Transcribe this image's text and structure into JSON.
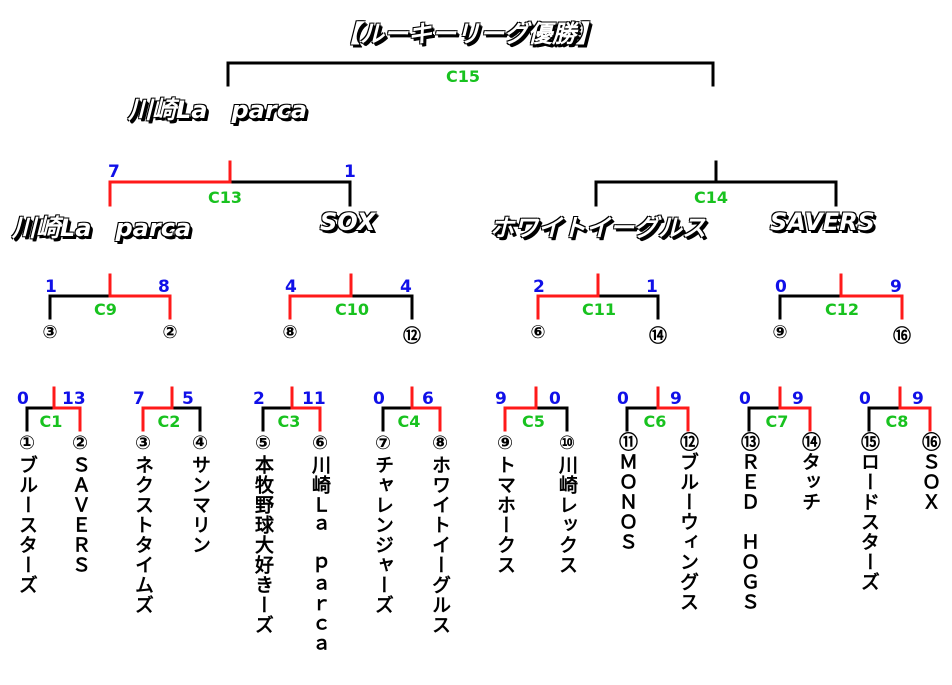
{
  "title": "【ルーキーリーグ優勝】",
  "champion": "川崎La　parca",
  "final": {
    "label": "C15"
  },
  "semis": [
    {
      "label": "C13",
      "score_left": "7",
      "score_right": "1",
      "winner": "left",
      "team_left": "川崎La　parca",
      "team_right": "SOX"
    },
    {
      "label": "C14",
      "score_left": "",
      "score_right": "",
      "winner": "",
      "team_left": "ホワイトイーグルス",
      "team_right": "SAVERS"
    }
  ],
  "quarters": [
    {
      "label": "C9",
      "score_left": "1",
      "score_right": "8",
      "winner": "right",
      "seed_left": "③",
      "seed_right": "②"
    },
    {
      "label": "C10",
      "score_left": "4",
      "score_right": "4",
      "winner": "left",
      "seed_left": "⑧",
      "seed_right": "⑫"
    },
    {
      "label": "C11",
      "score_left": "2",
      "score_right": "1",
      "winner": "left",
      "seed_left": "⑥",
      "seed_right": "⑭"
    },
    {
      "label": "C12",
      "score_left": "0",
      "score_right": "9",
      "winner": "right",
      "seed_left": "⑨",
      "seed_right": "⑯"
    }
  ],
  "first_round": [
    {
      "label": "C1",
      "score_left": "0",
      "score_right": "13",
      "winner": "right"
    },
    {
      "label": "C2",
      "score_left": "7",
      "score_right": "5",
      "winner": "left"
    },
    {
      "label": "C3",
      "score_left": "2",
      "score_right": "11",
      "winner": "right"
    },
    {
      "label": "C4",
      "score_left": "0",
      "score_right": "6",
      "winner": "right"
    },
    {
      "label": "C5",
      "score_left": "9",
      "score_right": "0",
      "winner": "left"
    },
    {
      "label": "C6",
      "score_left": "0",
      "score_right": "9",
      "winner": "right"
    },
    {
      "label": "C7",
      "score_left": "0",
      "score_right": "9",
      "winner": "right"
    },
    {
      "label": "C8",
      "score_left": "0",
      "score_right": "9",
      "winner": "right"
    }
  ],
  "teams": [
    "①ブルースターズ",
    "②ＳＡＶＥＲＳ",
    "③ネクストタイムズ",
    "④サンマリン",
    "⑤本牧野球大好きーズ",
    "⑥川崎Ｌａ　ｐａｒｃａ",
    "⑦チャレンジャーズ",
    "⑧ホワイトイーグルス",
    "⑨トマホークス",
    "⑩川崎レックス",
    "⑪ＭＯＮＯＳ",
    "⑫ブルーウィングス",
    "⑬ＲＥＤ　ＨＯＧＳ",
    "⑭タッチ",
    "⑮ロードスターズ",
    "⑯ＳＯＸ"
  ],
  "colors": {
    "win_line": "#ff1a1a",
    "line": "#000000",
    "game_label": "#18c21f",
    "score": "#1010e8"
  }
}
